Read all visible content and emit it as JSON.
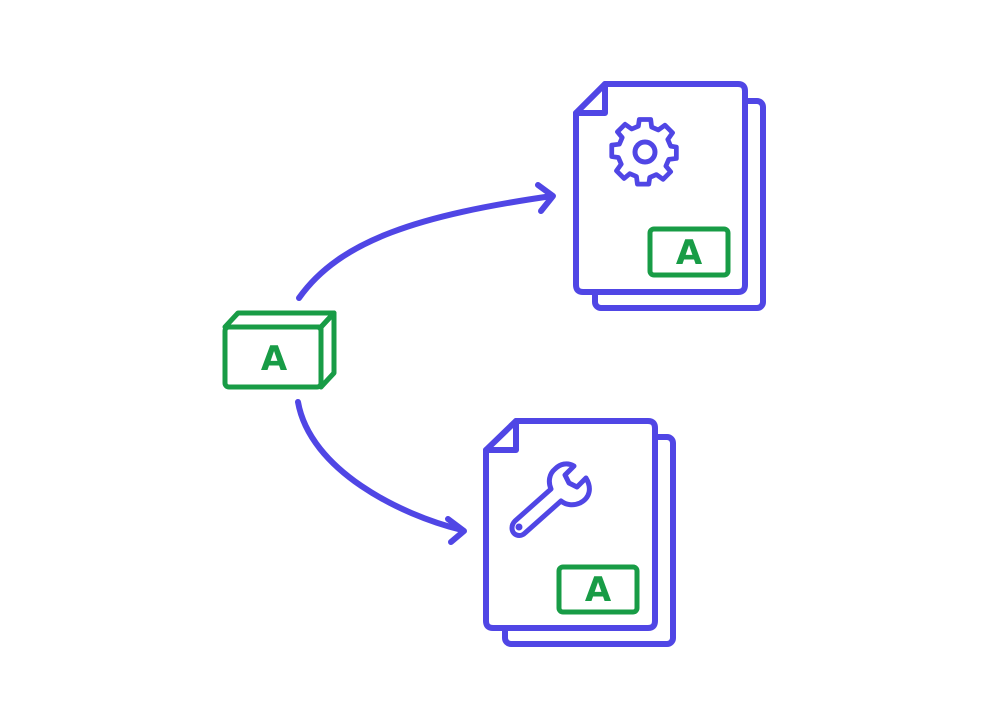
{
  "colors": {
    "primary": "#5046e5",
    "accent": "#189c46",
    "background": "#ffffff"
  },
  "source": {
    "icon": "package-box-icon",
    "label": "A"
  },
  "targets": [
    {
      "icon": "gear-icon",
      "document_icon": "document-stack-icon",
      "badge_label": "A"
    },
    {
      "icon": "wrench-icon",
      "document_icon": "document-stack-icon",
      "badge_label": "A"
    }
  ]
}
